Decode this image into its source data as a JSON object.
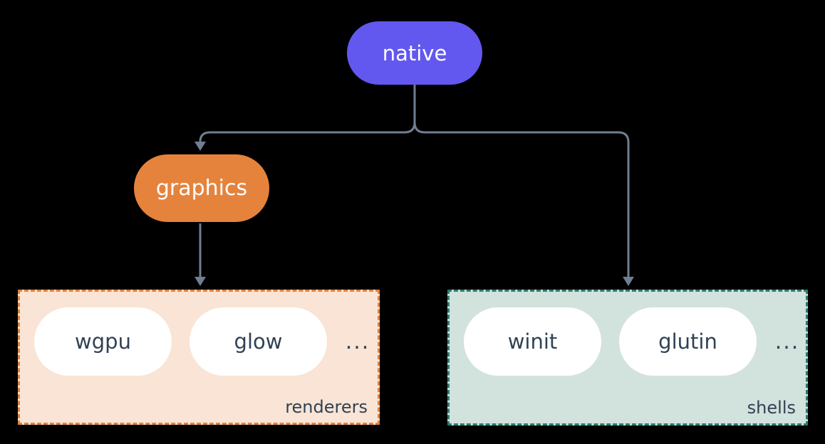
{
  "style": {
    "page_background": "#000000",
    "connector_color": "#6F7E92",
    "node_text_color": "#FFFFFF",
    "crate_text_color": "#304254"
  },
  "nodes": {
    "native": {
      "label": "native",
      "color": "#6258EF"
    },
    "graphics": {
      "label": "graphics",
      "color": "#E5833D"
    }
  },
  "groups": {
    "renderers": {
      "label": "renderers",
      "background": "#F9E4D5",
      "border_color": "#E0813D",
      "items": [
        "wgpu",
        "glow"
      ],
      "ellipsis": "..."
    },
    "shells": {
      "label": "shells",
      "background": "#D2E2DC",
      "border_color": "#2F7A6E",
      "items": [
        "winit",
        "glutin"
      ],
      "ellipsis": "..."
    }
  },
  "edges": [
    {
      "from": "native",
      "to": "graphics"
    },
    {
      "from": "native",
      "to": "shells"
    },
    {
      "from": "graphics",
      "to": "renderers"
    }
  ]
}
